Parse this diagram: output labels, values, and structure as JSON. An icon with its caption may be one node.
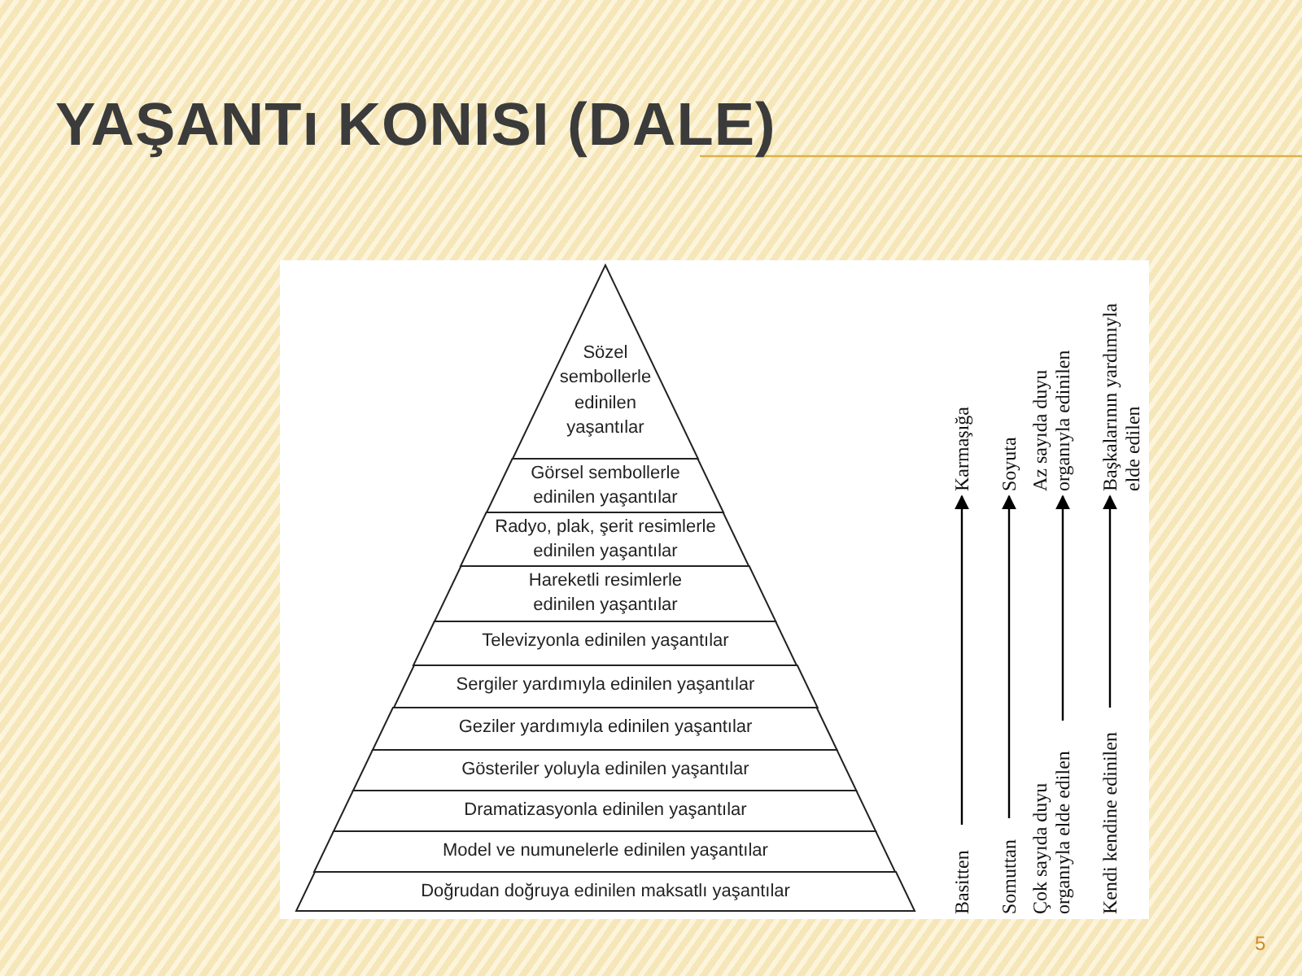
{
  "diagram": {
    "title": "YAŞANTı KONISI (DALE)",
    "nodes": [
      {
        "text": [
          "Sözel sembollerle edinilen yaşantılar"
        ]
      },
      {
        "text": [
          "Görsel sembollerle edinilen yaşantılar"
        ]
      },
      {
        "text": [
          "Radyo, plak, şerit resimlerle edinilen yaşantılar"
        ]
      },
      {
        "text": [
          "Hareketli resimlerle edinilen yaşantılar"
        ]
      },
      {
        "text": [
          "Televizyonla edinilen yaşantılar"
        ]
      },
      {
        "text": [
          "Sergiler yardımıyla edinilen yaşantılar"
        ]
      },
      {
        "text": [
          "Geziler yardımıyla edinilen yaşantılar"
        ]
      },
      {
        "text": [
          "Gösteriler yoluyla edinilen yaşantılar"
        ]
      },
      {
        "text": [
          "Dramatizasyonla edinilen yaşantılar"
        ]
      },
      {
        "text": [
          "Model ve numunelerle edinilen yaşantılar"
        ]
      },
      {
        "text": [
          "Doğrudan doğruya edinilen maksatlı yaşantılar"
        ]
      },
      {
        "text": [
          "Basitten"
        ]
      },
      {
        "text": [
          "Karmaşığa"
        ]
      },
      {
        "text": [
          "Somuttan"
        ]
      },
      {
        "text": [
          "Soyuta"
        ]
      },
      {
        "text": [
          "Çok sayıda duyu organıyla elde edilen"
        ]
      },
      {
        "text": [
          "Az sayıda duyu organıyla edinilen"
        ]
      },
      {
        "text": [
          "Kendi kendine edinilen"
        ]
      },
      {
        "text": [
          "Başkalarının yardımıyla elde edilen"
        ]
      }
    ],
    "edges": [
      {
        "from": 11,
        "to": 12,
        "arrow": "to"
      },
      {
        "from": 13,
        "to": 14,
        "arrow": "to"
      },
      {
        "from": 15,
        "to": 16,
        "arrow": "to"
      },
      {
        "from": 17,
        "to": 18,
        "arrow": "to"
      }
    ],
    "labels": [
      "5"
    ]
  }
}
